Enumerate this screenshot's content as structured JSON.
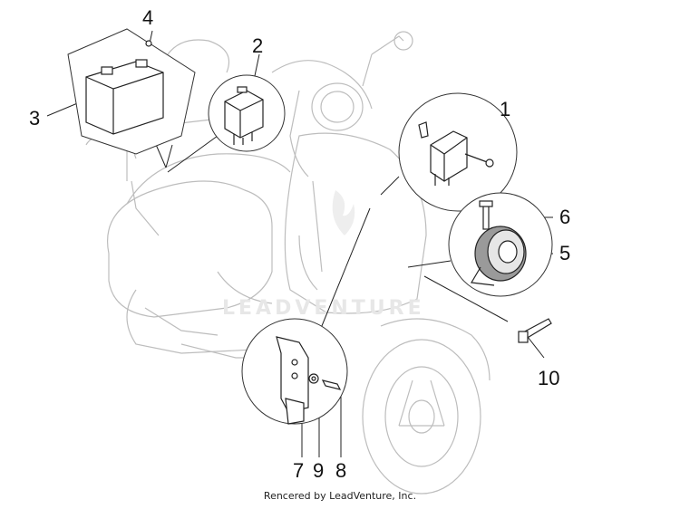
{
  "callouts": {
    "c1": "1",
    "c2": "2",
    "c3": "3",
    "c4": "4",
    "c5": "5",
    "c6": "6",
    "c7": "7",
    "c8": "8",
    "c9": "9",
    "c10": "10"
  },
  "watermark": "LEADVENTURE",
  "footer": "Rencered by LeadVenture, Inc.",
  "colors": {
    "outline": "#b9b9b9",
    "part": "#222222",
    "shade": "#dcdcdc"
  }
}
